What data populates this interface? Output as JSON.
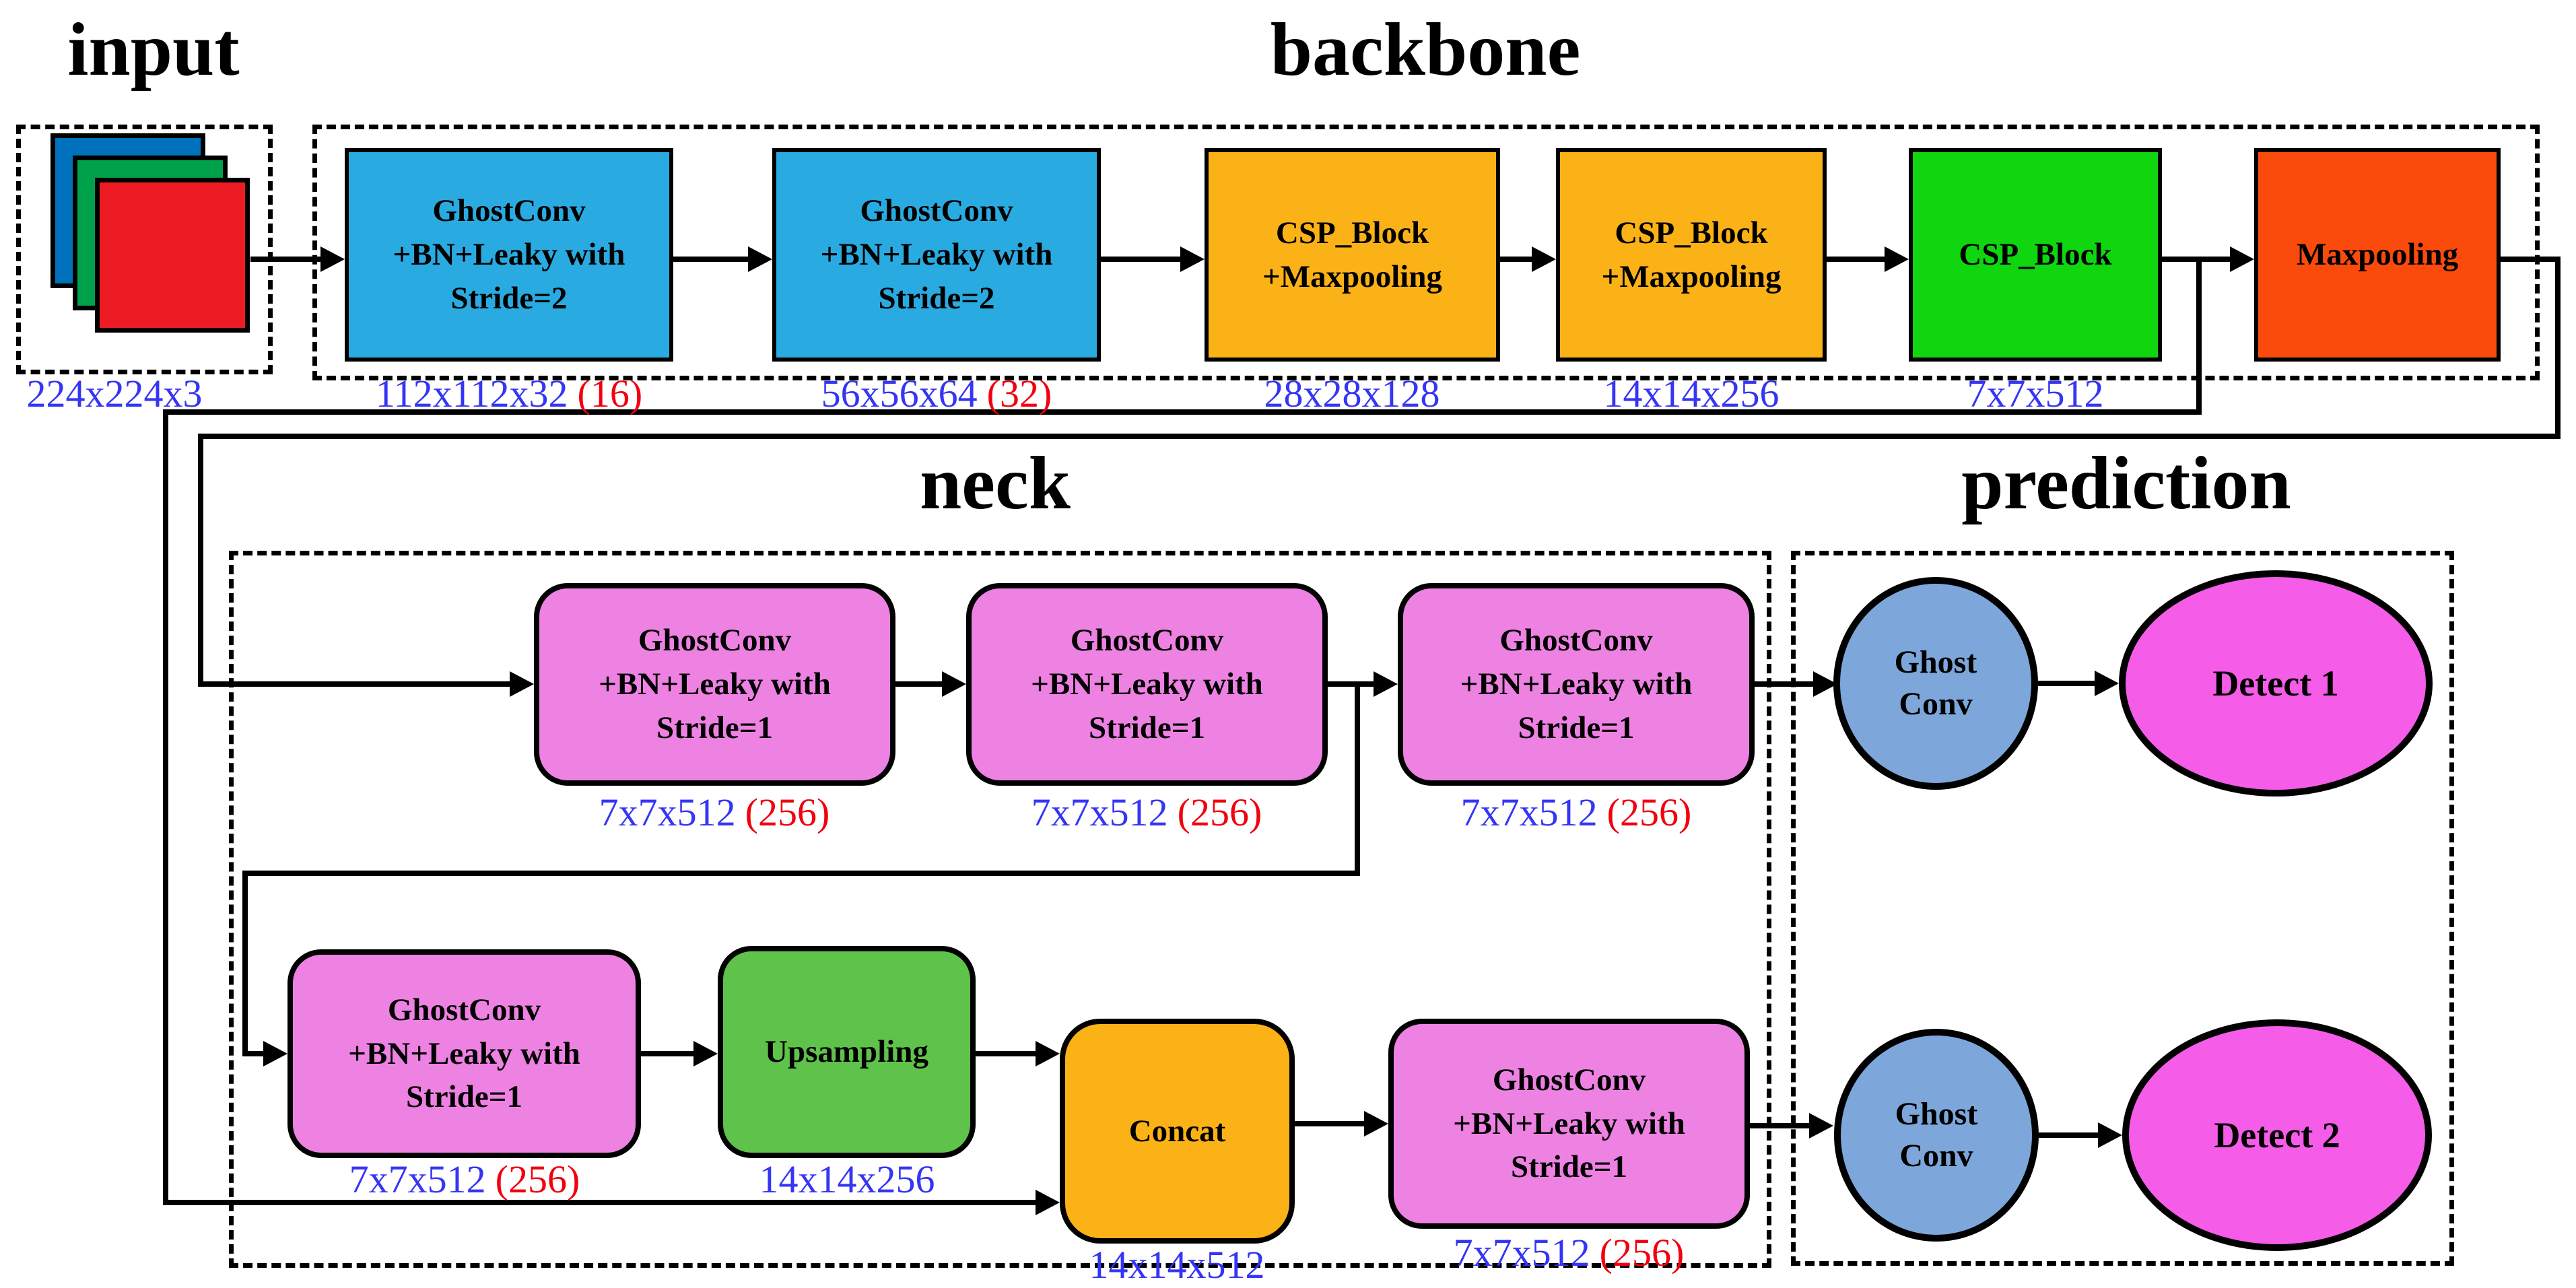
{
  "titles": {
    "input": "input",
    "backbone": "backbone",
    "neck": "neck",
    "prediction": "prediction"
  },
  "input": {
    "dims": "224x224x3"
  },
  "backbone": {
    "blocks": [
      {
        "label": "GhostConv\n+BN+Leaky with\nStride=2",
        "dims": "112x112x32",
        "extra": "(16)"
      },
      {
        "label": "GhostConv\n+BN+Leaky with\nStride=2",
        "dims": "56x56x64",
        "extra": "(32)"
      },
      {
        "label": "CSP_Block\n+Maxpooling",
        "dims": "28x28x128"
      },
      {
        "label": "CSP_Block\n+Maxpooling",
        "dims": "14x14x256"
      },
      {
        "label": "CSP_Block",
        "dims": "7x7x512"
      },
      {
        "label": "Maxpooling"
      }
    ]
  },
  "neck": {
    "row1": [
      {
        "label": "GhostConv\n+BN+Leaky with\nStride=1",
        "dims": "7x7x512",
        "extra": "(256)"
      },
      {
        "label": "GhostConv\n+BN+Leaky with\nStride=1",
        "dims": "7x7x512",
        "extra": "(256)"
      },
      {
        "label": "GhostConv\n+BN+Leaky with\nStride=1",
        "dims": "7x7x512",
        "extra": "(256)"
      }
    ],
    "row2": {
      "ghostconv1": {
        "label": "GhostConv\n+BN+Leaky with\nStride=1",
        "dims": "7x7x512",
        "extra": "(256)"
      },
      "upsampling": {
        "label": "Upsampling",
        "dims": "14x14x256"
      },
      "concat": {
        "label": "Concat",
        "dims": "14x14x512"
      },
      "ghostconv2": {
        "label": "GhostConv\n+BN+Leaky with\nStride=1",
        "dims": "7x7x512",
        "extra": "(256)"
      }
    }
  },
  "prediction": {
    "row1": {
      "ghostconv": "Ghost\nConv",
      "detect": "Detect 1"
    },
    "row2": {
      "ghostconv": "Ghost\nConv",
      "detect": "Detect 2"
    }
  },
  "colors": {
    "ghostconv_s2": "#29abe2",
    "csp_maxpool": "#fbb216",
    "csp_block": "#10d610",
    "maxpooling": "#fb4b0c",
    "ghostconv_s1": "#ee82e3",
    "upsampling": "#5fc24a",
    "concat": "#fbb216",
    "ghostconv_ellipse": "#7da7db",
    "detect": "#f55ce8",
    "input_channels": [
      "#0071bc",
      "#00a14b",
      "#ed1c24"
    ],
    "dim_text": "#3535f5",
    "dim_extra_text": "#f2000e",
    "line": "#000000"
  }
}
